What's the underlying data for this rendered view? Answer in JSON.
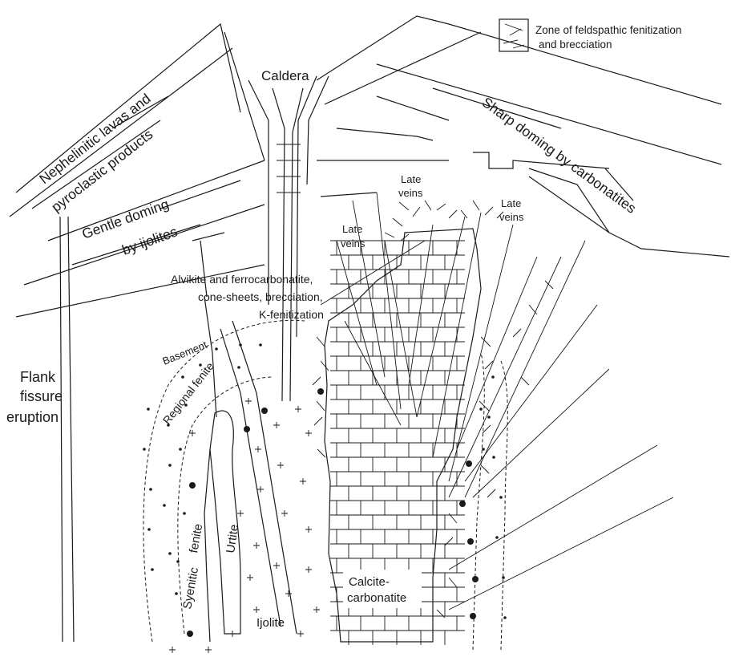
{
  "legend": {
    "line1": "Zone of feldspathic fenitization",
    "line2": "and brecciation"
  },
  "labels": {
    "caldera": "Caldera",
    "nephelinitic_1": "Nephelinitic lavas and",
    "nephelinitic_2": "pyroclastic products",
    "gentle_1": "Gentle doming",
    "gentle_2": "by ijolites",
    "sharp": "Sharp doming by carbonatites",
    "late_veins_1a": "Late",
    "late_veins_1b": "veins",
    "late_veins_2a": "Late",
    "late_veins_2b": "veins",
    "late_veins_3a": "Late",
    "late_veins_3b": "veins",
    "alvikite_1": "Alvikite and ferrocarbonatite,",
    "alvikite_2": "cone-sheets, brecciation,",
    "alvikite_3": "K-fenitization",
    "basement": "Basement",
    "regional_fenite": "Regional fenite",
    "flank_1": "Flank",
    "flank_2": "fissure",
    "flank_3": "eruption",
    "syenitic": "Syenitic",
    "fenite": "fenite",
    "urtite": "Urtite",
    "ijolite": "Ijolite",
    "calcite_1": "Calcite-",
    "calcite_2": "carbonatite"
  }
}
